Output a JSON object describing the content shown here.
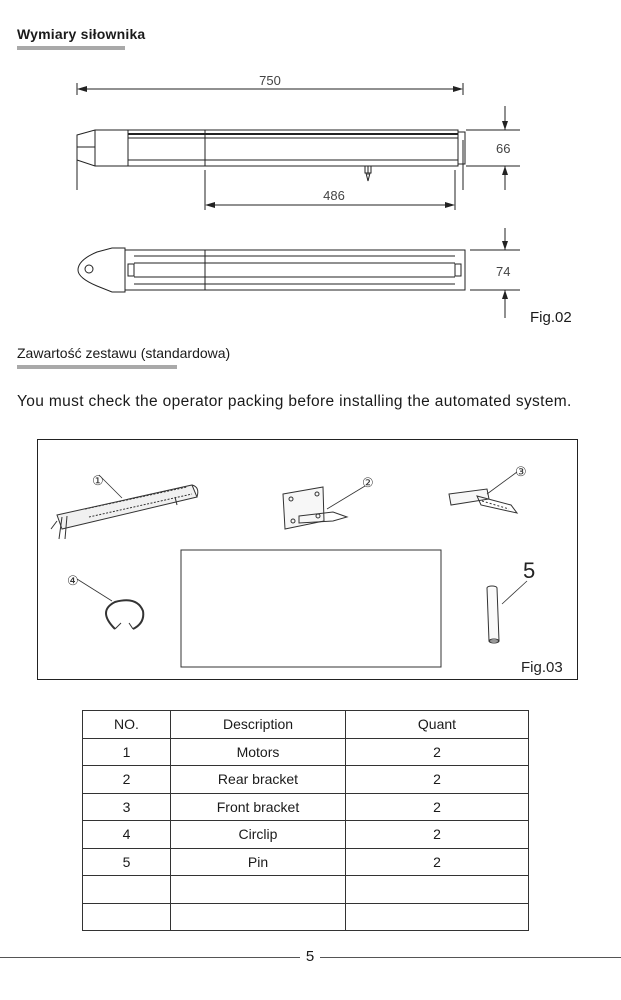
{
  "section1": {
    "title": "Wymiary siłownika"
  },
  "dimensions": {
    "overall_length": "750",
    "stroke": "486",
    "height_side": "66",
    "height_top": "74"
  },
  "fig02_label": "Fig.02",
  "section2": {
    "title": "Zawartość zestawu (standardowa)"
  },
  "notice": "You must check the operator packing before installing the automated system.",
  "fig03": {
    "label": "Fig.03",
    "callouts": [
      "①",
      "②",
      "③",
      "④",
      "5"
    ]
  },
  "table": {
    "headers": [
      "NO.",
      "Description",
      "Quant"
    ],
    "rows": [
      [
        "1",
        "Motors",
        "2"
      ],
      [
        "2",
        "Rear bracket",
        "2"
      ],
      [
        "3",
        "Front bracket",
        "2"
      ],
      [
        "4",
        "Circlip",
        "2"
      ],
      [
        "5",
        "Pin",
        "2"
      ],
      [
        "",
        "",
        ""
      ],
      [
        "",
        "",
        ""
      ]
    ]
  },
  "page_number": "5"
}
